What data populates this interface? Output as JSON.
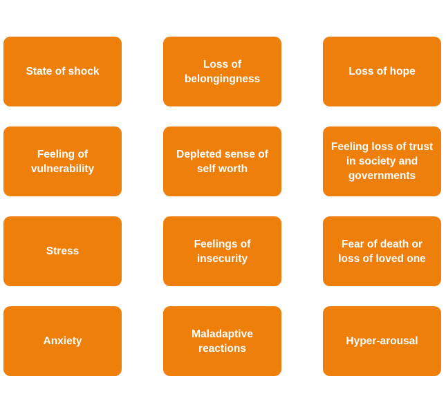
{
  "diagram": {
    "fill_color": "#ef7f0b",
    "text_color": "#ffffff",
    "boxes": [
      [
        "State of shock",
        "Loss of belongingness",
        "Loss of hope"
      ],
      [
        "Feeling of vulnerability",
        "Depleted sense of self worth",
        "Feeling loss of trust in society and governments"
      ],
      [
        "Stress",
        "Feelings of insecurity",
        "Fear of death or loss of loved one"
      ],
      [
        "Anxiety",
        "Maladaptive reactions",
        "Hyper-arousal"
      ]
    ]
  }
}
